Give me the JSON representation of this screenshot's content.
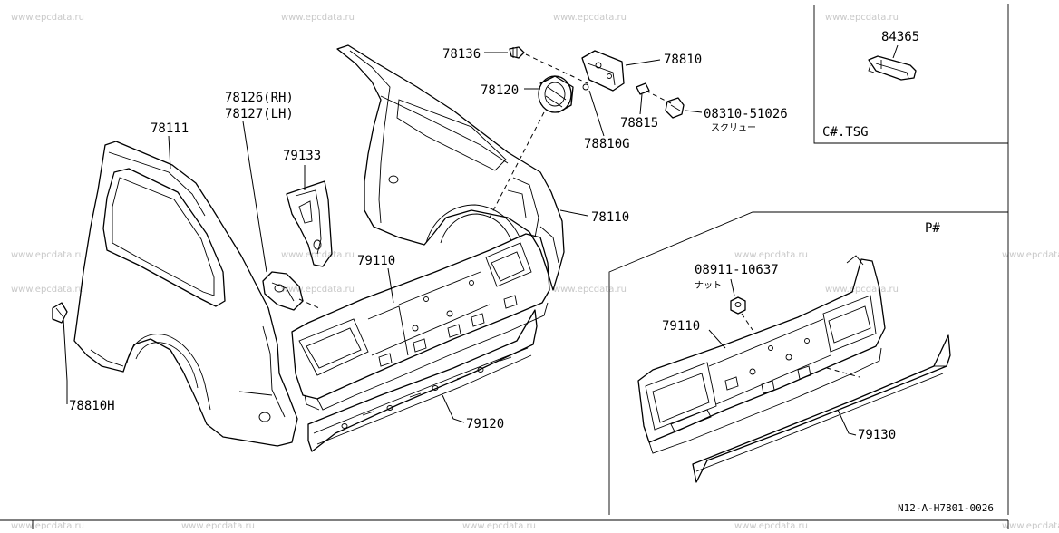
{
  "watermark": "www.epcdata.ru",
  "labels": {
    "p78136": "78136",
    "p78810": "78810",
    "p78120": "78120",
    "p78815": "78815",
    "p08310": "08310-51026",
    "screw_jp": "スクリュー",
    "p78810g": "78810G",
    "p78111": "78111",
    "p78126": "78126(RH)",
    "p78127": "78127(LH)",
    "p79133": "79133",
    "p78110": "78110",
    "p79110_left": "79110",
    "p79120": "79120",
    "p78810h": "78810H",
    "p84365": "84365",
    "p08911": "08911-10637",
    "nut_jp": "ナット",
    "p79110_right": "79110",
    "p79130": "79130"
  },
  "insets": {
    "csharp_tsg": "C#.TSG",
    "psharp": "P#"
  },
  "diagram_code": "N12-A-H7801-0026"
}
